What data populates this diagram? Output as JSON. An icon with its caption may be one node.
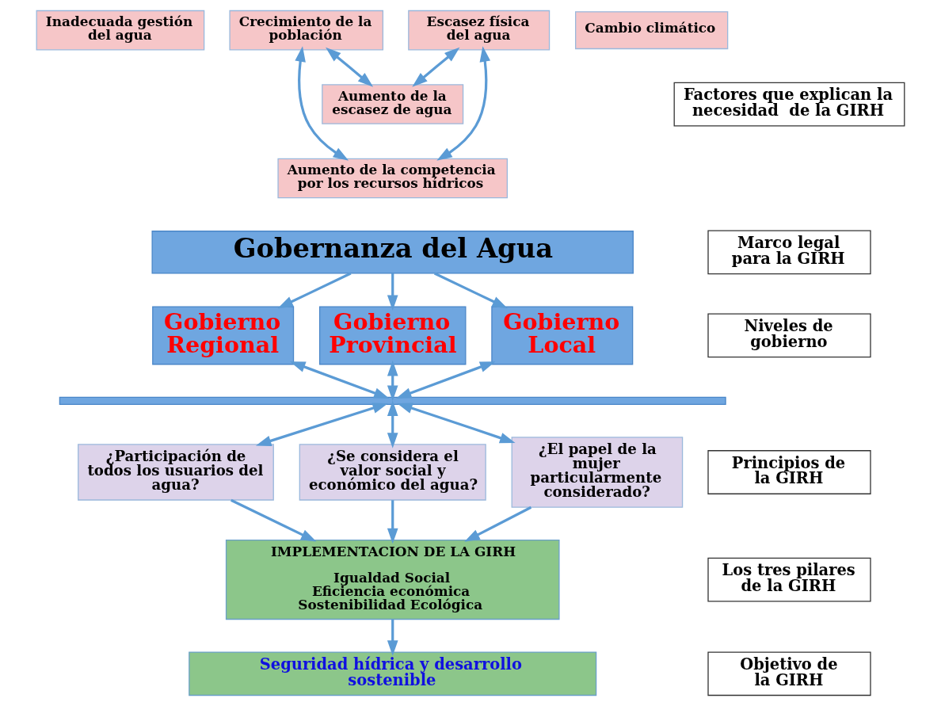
{
  "diagram": {
    "nodes": [
      {
        "text": [
          "Inadecuada gestión del agua"
        ]
      },
      {
        "text": [
          "Crecimiento de la población"
        ]
      },
      {
        "text": [
          "Escasez física del agua"
        ]
      },
      {
        "text": [
          "Cambio climático"
        ]
      },
      {
        "text": [
          "Aumento de la escasez de agua"
        ]
      },
      {
        "text": [
          "Aumento de la competencia por los recursos hídricos"
        ]
      },
      {
        "text": [
          "Gobernanza del Agua"
        ]
      },
      {
        "text": [
          "Gobierno Regional"
        ]
      },
      {
        "text": [
          "Gobierno Provincial"
        ]
      },
      {
        "text": [
          "Gobierno Local"
        ]
      },
      {
        "text": [],
        "shape": "bar"
      },
      {
        "text": [
          "¿Participación de todos los usuarios del agua?"
        ]
      },
      {
        "text": [
          "¿Se considera el valor social y económico del agua?"
        ]
      },
      {
        "text": [
          "¿El papel de la mujer particularmente considerado?"
        ]
      },
      {
        "text": [
          "IMPLEMENTACION DE LA GIRH",
          "Igualdad Social",
          "Eficiencia económica",
          "Sostenibilidad Ecológica"
        ]
      },
      {
        "text": [
          "Seguridad hídrica y desarrollo sostenible"
        ]
      },
      {
        "text": [
          "Factores que explican la necesidad  de la GIRH"
        ]
      },
      {
        "text": [
          "Marco legal para la GIRH"
        ]
      },
      {
        "text": [
          "Niveles de gobierno"
        ]
      },
      {
        "text": [
          "Principios de la GIRH"
        ]
      },
      {
        "text": [
          "Los tres pilares de la GIRH"
        ]
      },
      {
        "text": [
          "Objetivo de la GIRH"
        ]
      }
    ],
    "edges": [
      {
        "from": 1,
        "to": 4,
        "arrow": "both"
      },
      {
        "from": 1,
        "to": 5,
        "arrow": "both"
      },
      {
        "from": 2,
        "to": 4,
        "arrow": "both"
      },
      {
        "from": 2,
        "to": 5,
        "arrow": "both"
      },
      {
        "from": 6,
        "to": 7,
        "arrow": "to"
      },
      {
        "from": 6,
        "to": 8,
        "arrow": "to"
      },
      {
        "from": 6,
        "to": 9,
        "arrow": "to"
      },
      {
        "from": 7,
        "to": 10,
        "arrow": "both"
      },
      {
        "from": 8,
        "to": 10,
        "arrow": "both"
      },
      {
        "from": 9,
        "to": 10,
        "arrow": "both"
      },
      {
        "from": 10,
        "to": 11,
        "arrow": "both"
      },
      {
        "from": 10,
        "to": 12,
        "arrow": "both"
      },
      {
        "from": 10,
        "to": 13,
        "arrow": "both"
      },
      {
        "from": 11,
        "to": 14,
        "arrow": "to"
      },
      {
        "from": 12,
        "to": 14,
        "arrow": "to"
      },
      {
        "from": 13,
        "to": 14,
        "arrow": "to"
      },
      {
        "from": 14,
        "to": 15,
        "arrow": "to"
      }
    ]
  }
}
